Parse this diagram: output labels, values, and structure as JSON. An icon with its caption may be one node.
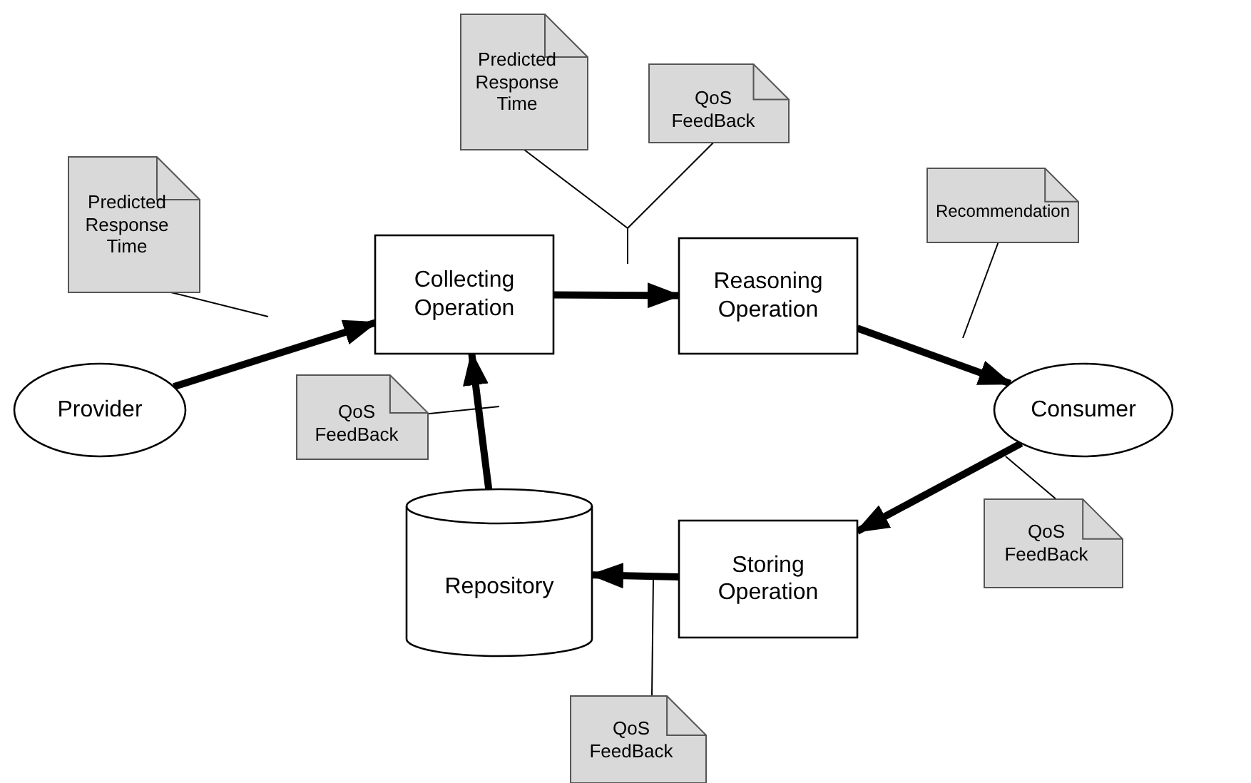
{
  "diagram": {
    "nodes": [
      {
        "text": [
          "Provider"
        ]
      },
      {
        "text": [
          "Collecting Operation"
        ]
      },
      {
        "text": [
          "Reasoning Operation"
        ]
      },
      {
        "text": [
          "Consumer"
        ]
      },
      {
        "text": [
          "Storing Operation"
        ]
      },
      {
        "text": [
          "Repository"
        ]
      },
      {
        "text": [
          "Predicted Response Time"
        ]
      },
      {
        "text": [
          "Predicted Response Time"
        ]
      },
      {
        "text": [
          "QoS FeedBack"
        ]
      },
      {
        "text": [
          "Recommendation"
        ]
      },
      {
        "text": [
          "QoS FeedBack"
        ]
      },
      {
        "text": [
          "QoS FeedBack"
        ]
      },
      {
        "text": [
          "QoS FeedBack"
        ]
      }
    ],
    "edges": [
      {
        "from": 0,
        "to": 1,
        "arrow": "to",
        "style": "thick"
      },
      {
        "from": 1,
        "to": 2,
        "arrow": "to",
        "style": "thick"
      },
      {
        "from": 2,
        "to": 3,
        "arrow": "to",
        "style": "thick"
      },
      {
        "from": 3,
        "to": 4,
        "arrow": "to",
        "style": "thick"
      },
      {
        "from": 4,
        "to": 5,
        "arrow": "to",
        "style": "thick"
      },
      {
        "from": 5,
        "to": 1,
        "arrow": "to",
        "style": "thick"
      },
      {
        "from": 6,
        "to": null,
        "arrow": "none"
      },
      {
        "from": 7,
        "to": null,
        "arrow": "none"
      },
      {
        "from": 8,
        "to": null,
        "arrow": "none"
      },
      {
        "from": 9,
        "to": null,
        "arrow": "none"
      },
      {
        "from": 10,
        "to": null,
        "arrow": "none"
      },
      {
        "from": 11,
        "to": null,
        "arrow": "none"
      },
      {
        "from": 12,
        "to": null,
        "arrow": "none"
      }
    ]
  }
}
